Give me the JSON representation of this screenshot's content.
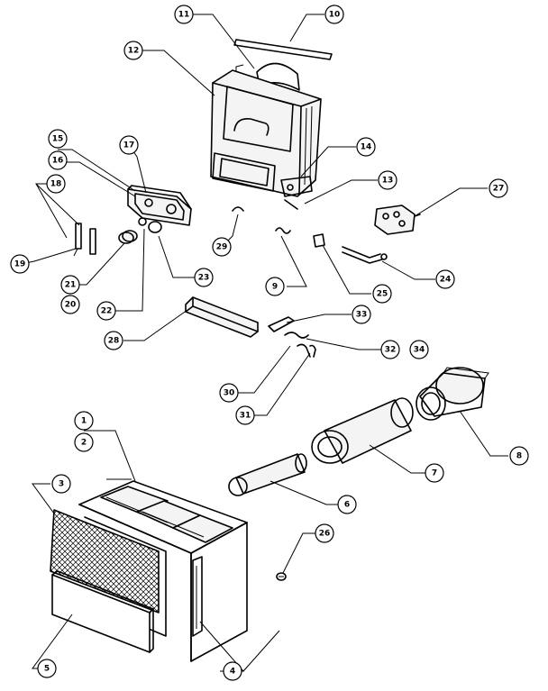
{
  "callouts": [
    {
      "id": "c1",
      "label": "1"
    },
    {
      "id": "c2",
      "label": "2"
    },
    {
      "id": "c3",
      "label": "3"
    },
    {
      "id": "c4",
      "label": "4"
    },
    {
      "id": "c5",
      "label": "5"
    },
    {
      "id": "c6",
      "label": "6"
    },
    {
      "id": "c7",
      "label": "7"
    },
    {
      "id": "c8",
      "label": "8"
    },
    {
      "id": "c9",
      "label": "9"
    },
    {
      "id": "c10",
      "label": "10"
    },
    {
      "id": "c11",
      "label": "11"
    },
    {
      "id": "c12",
      "label": "12"
    },
    {
      "id": "c13",
      "label": "13"
    },
    {
      "id": "c14",
      "label": "14"
    },
    {
      "id": "c15",
      "label": "15"
    },
    {
      "id": "c16",
      "label": "16"
    },
    {
      "id": "c17",
      "label": "17"
    },
    {
      "id": "c18",
      "label": "18"
    },
    {
      "id": "c19",
      "label": "19"
    },
    {
      "id": "c20",
      "label": "20"
    },
    {
      "id": "c21",
      "label": "21"
    },
    {
      "id": "c22",
      "label": "22"
    },
    {
      "id": "c23",
      "label": "23"
    },
    {
      "id": "c24",
      "label": "24"
    },
    {
      "id": "c25",
      "label": "25"
    },
    {
      "id": "c26",
      "label": "26"
    },
    {
      "id": "c27",
      "label": "27"
    },
    {
      "id": "c28",
      "label": "28"
    },
    {
      "id": "c29",
      "label": "29"
    },
    {
      "id": "c30",
      "label": "30"
    },
    {
      "id": "c31",
      "label": "31"
    },
    {
      "id": "c32",
      "label": "32"
    },
    {
      "id": "c33",
      "label": "33"
    },
    {
      "id": "c34",
      "label": "34"
    }
  ]
}
